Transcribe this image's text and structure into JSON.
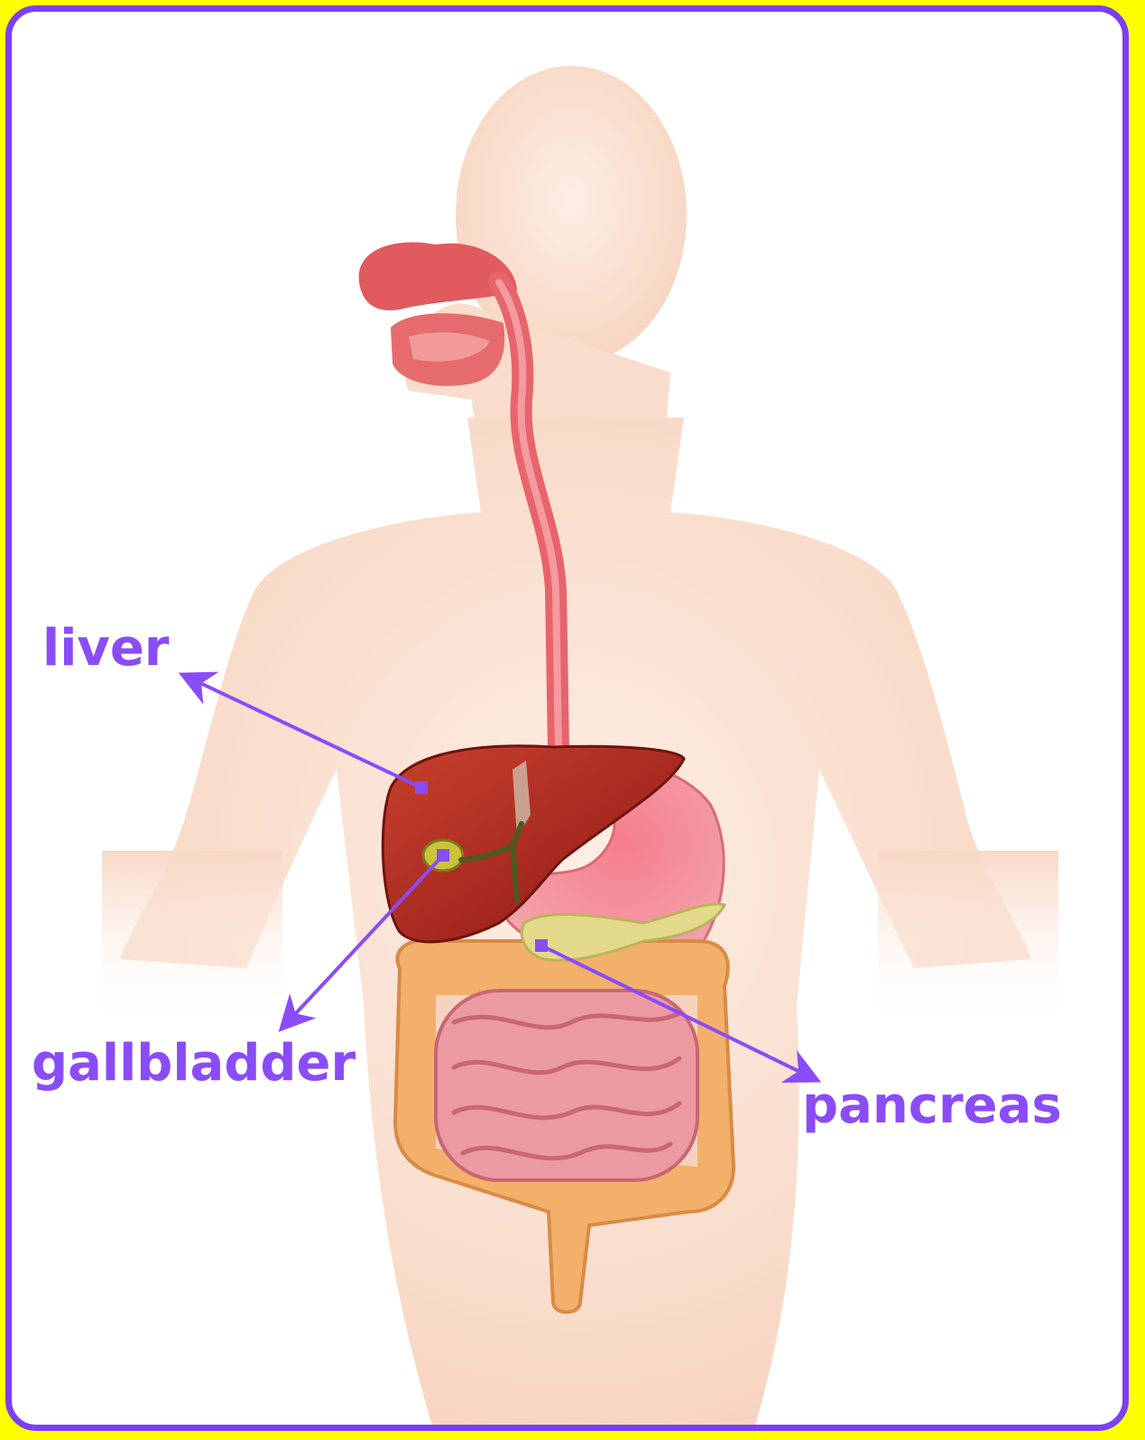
{
  "labels": {
    "liver": "liver",
    "gallbladder": "gallbladder",
    "pancreas": "pancreas"
  },
  "colors": {
    "page_background": "#FFFF00",
    "frame_border": "#7B3FF5",
    "label_text": "#8A4CF7",
    "pointer_arrow": "#8A4CF7",
    "body_skin": "#F9DCCB",
    "liver": "#A5281F",
    "stomach": "#F08A95",
    "intestine": "#EB9AA2",
    "colon": "#F2B06A",
    "gallbladder": "#C9C43A",
    "pancreas": "#E2DA8A"
  }
}
